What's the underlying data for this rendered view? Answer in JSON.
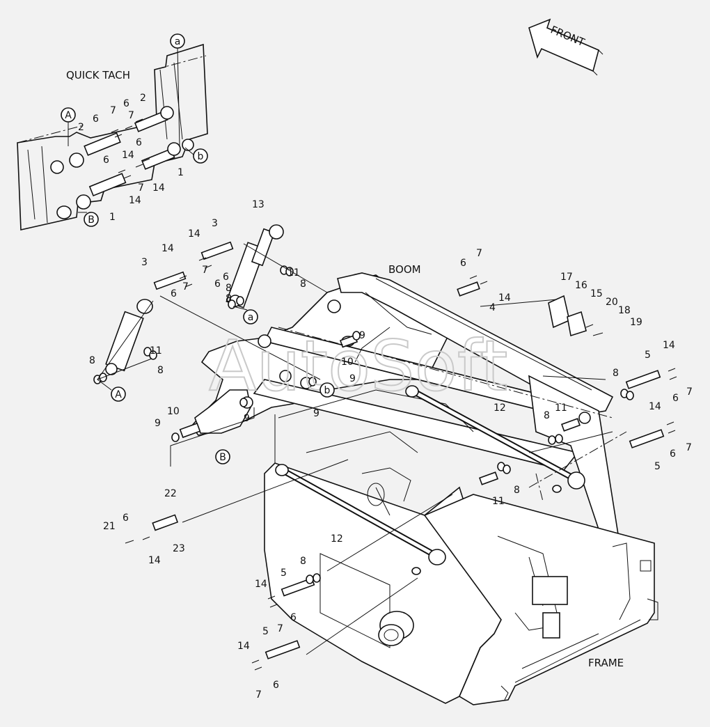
{
  "section_labels": {
    "quick_tach": "QUICK TACH",
    "boom": "BOOM",
    "frame": "FRAME",
    "front": "FRONT"
  },
  "watermark": "AutoSoft",
  "refs": {
    "a": "a",
    "b": "b",
    "A": "A",
    "B": "B"
  },
  "callouts": [
    {
      "id": "c1",
      "text": "2"
    },
    {
      "id": "c2",
      "text": "6"
    },
    {
      "id": "c3",
      "text": "7"
    },
    {
      "id": "c4",
      "text": "6"
    },
    {
      "id": "c5",
      "text": "7"
    },
    {
      "id": "c6",
      "text": "2"
    },
    {
      "id": "c7",
      "text": "14"
    },
    {
      "id": "c8",
      "text": "6"
    },
    {
      "id": "c9",
      "text": "6"
    },
    {
      "id": "c10",
      "text": "7"
    },
    {
      "id": "c11",
      "text": "14"
    },
    {
      "id": "c12",
      "text": "1"
    },
    {
      "id": "c13",
      "text": "14"
    },
    {
      "id": "c14",
      "text": "1"
    },
    {
      "id": "c15",
      "text": "13"
    },
    {
      "id": "c16",
      "text": "3"
    },
    {
      "id": "c17",
      "text": "14"
    },
    {
      "id": "c18",
      "text": "14"
    },
    {
      "id": "c19",
      "text": "3"
    },
    {
      "id": "c20",
      "text": "7"
    },
    {
      "id": "c21",
      "text": "6"
    },
    {
      "id": "c22",
      "text": "7"
    },
    {
      "id": "c23",
      "text": "6"
    },
    {
      "id": "c24",
      "text": "8"
    },
    {
      "id": "c25",
      "text": "8"
    },
    {
      "id": "c26",
      "text": "11"
    },
    {
      "id": "c27",
      "text": "8"
    },
    {
      "id": "c28",
      "text": "11"
    },
    {
      "id": "c29",
      "text": "8"
    },
    {
      "id": "c30",
      "text": "7"
    },
    {
      "id": "c31",
      "text": "6"
    },
    {
      "id": "c32",
      "text": "14"
    },
    {
      "id": "c33",
      "text": "4"
    },
    {
      "id": "c34",
      "text": "17"
    },
    {
      "id": "c35",
      "text": "16"
    },
    {
      "id": "c36",
      "text": "15"
    },
    {
      "id": "c37",
      "text": "20"
    },
    {
      "id": "c38",
      "text": "18"
    },
    {
      "id": "c39",
      "text": "19"
    },
    {
      "id": "c40",
      "text": "9"
    },
    {
      "id": "c41",
      "text": "10"
    },
    {
      "id": "c42",
      "text": "5"
    },
    {
      "id": "c43",
      "text": "14"
    },
    {
      "id": "c44",
      "text": "8"
    },
    {
      "id": "c45",
      "text": "7"
    },
    {
      "id": "c46",
      "text": "6"
    },
    {
      "id": "c47",
      "text": "9"
    },
    {
      "id": "c48",
      "text": "10"
    },
    {
      "id": "c49",
      "text": "9"
    },
    {
      "id": "c50",
      "text": "9"
    },
    {
      "id": "c51",
      "text": "12"
    },
    {
      "id": "c52",
      "text": "11"
    },
    {
      "id": "c53",
      "text": "8"
    },
    {
      "id": "c54",
      "text": "14"
    },
    {
      "id": "c55",
      "text": "7"
    },
    {
      "id": "c56",
      "text": "6"
    },
    {
      "id": "c57",
      "text": "5"
    },
    {
      "id": "c58",
      "text": "8"
    },
    {
      "id": "c59",
      "text": "11"
    },
    {
      "id": "c60",
      "text": "8"
    },
    {
      "id": "c61",
      "text": "22"
    },
    {
      "id": "c62",
      "text": "6"
    },
    {
      "id": "c63",
      "text": "21"
    },
    {
      "id": "c64",
      "text": "23"
    },
    {
      "id": "c65",
      "text": "14"
    },
    {
      "id": "c66",
      "text": "12"
    },
    {
      "id": "c67",
      "text": "8"
    },
    {
      "id": "c68",
      "text": "5"
    },
    {
      "id": "c69",
      "text": "14"
    },
    {
      "id": "c70",
      "text": "6"
    },
    {
      "id": "c71",
      "text": "7"
    },
    {
      "id": "c72",
      "text": "5"
    },
    {
      "id": "c73",
      "text": "14"
    },
    {
      "id": "c74",
      "text": "6"
    },
    {
      "id": "c75",
      "text": "7"
    }
  ]
}
